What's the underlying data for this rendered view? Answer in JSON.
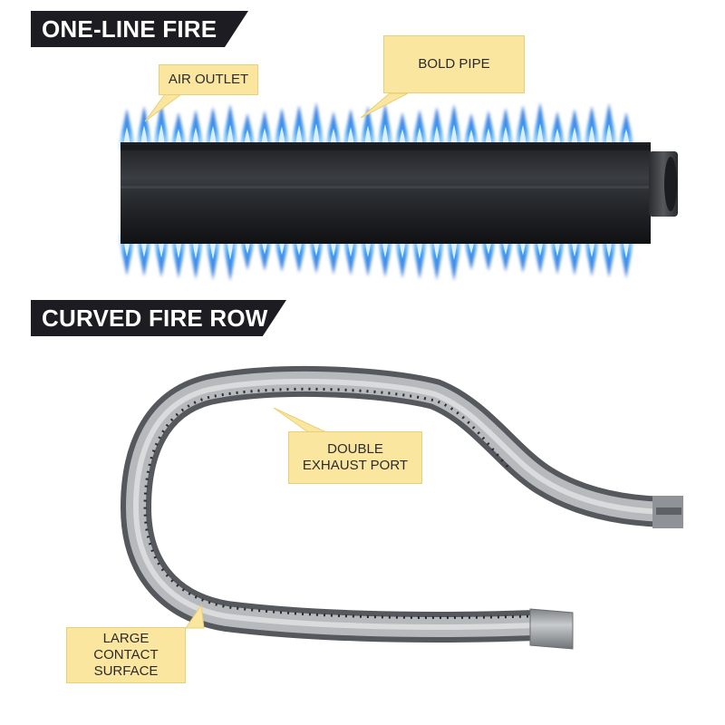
{
  "sections": {
    "one_line_fire": {
      "title": "ONE-LINE FIRE"
    },
    "curved_fire_row": {
      "title": "CURVED FIRE ROW"
    }
  },
  "callouts": {
    "air_outlet": "AIR OUTLET",
    "bold_pipe": "BOLD PIPE",
    "double_exhaust_port": [
      "DOUBLE",
      "EXHAUST PORT"
    ],
    "large_contact_surface": [
      "LARGE",
      "CONTACT",
      "SURFACE"
    ]
  },
  "colors": {
    "banner": "#1c1c22",
    "callout_bg": "#fbe6a0",
    "flame_outer": "#2f7fe6",
    "flame_inner": "#bfe6ff",
    "pipe_dark": "#2a2d31",
    "pipe_metal": "#a9acb0"
  }
}
